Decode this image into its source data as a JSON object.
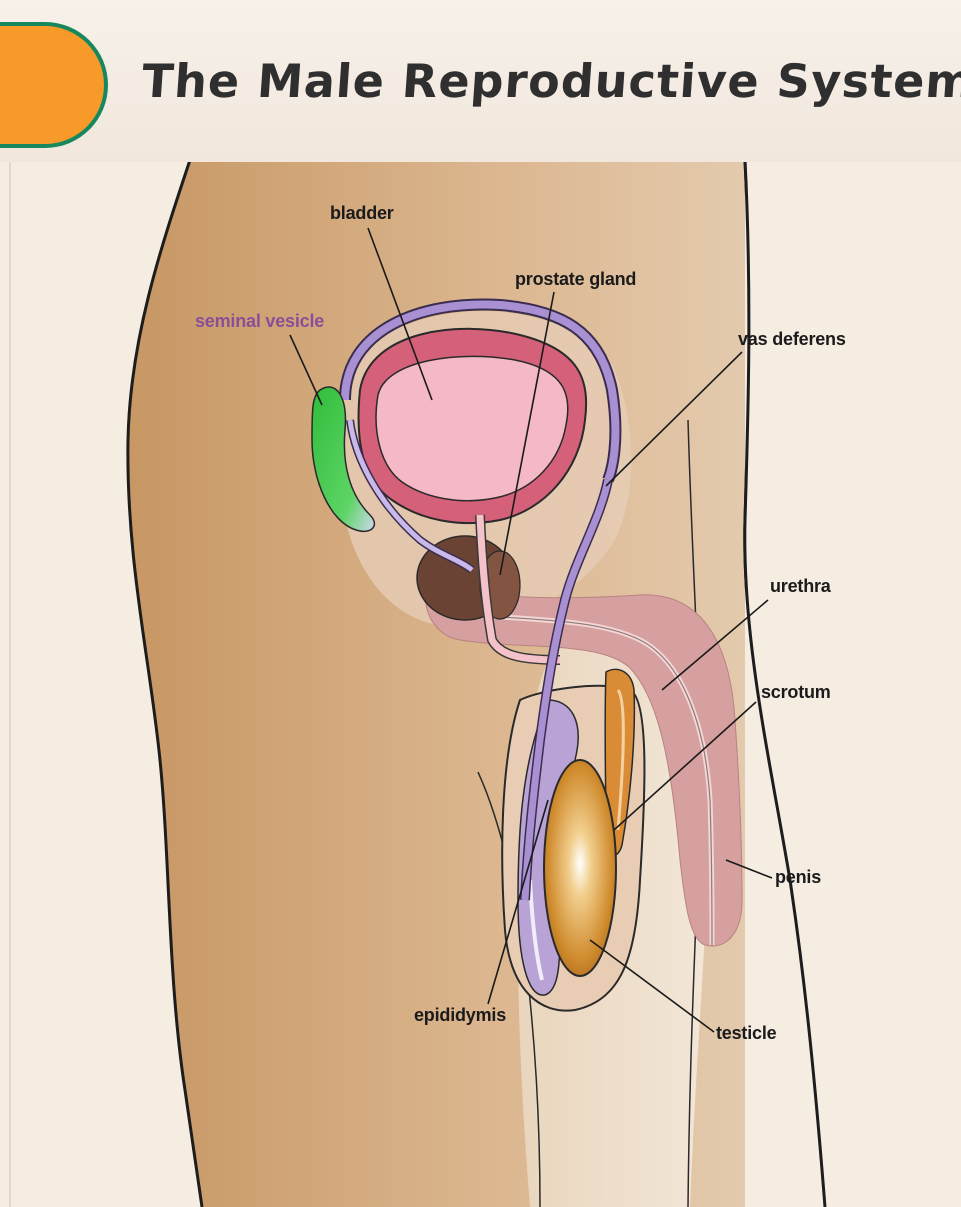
{
  "header": {
    "title": "The Male Reproductive System"
  },
  "labels": {
    "bladder": "bladder",
    "prostate_gland": "prostate gland",
    "seminal_vesicle": "seminal vesicle",
    "vas_deferens": "vas deferens",
    "urethra": "urethra",
    "scrotum": "scrotum",
    "penis": "penis",
    "epididymis": "epididymis",
    "testicle": "testicle"
  },
  "colors": {
    "tab_fill": "#f89a2a",
    "tab_border": "#17885d",
    "seminal_vesicle_highlight": "#3cc84a",
    "seminal_vesicle_label": "#8a4f96"
  }
}
